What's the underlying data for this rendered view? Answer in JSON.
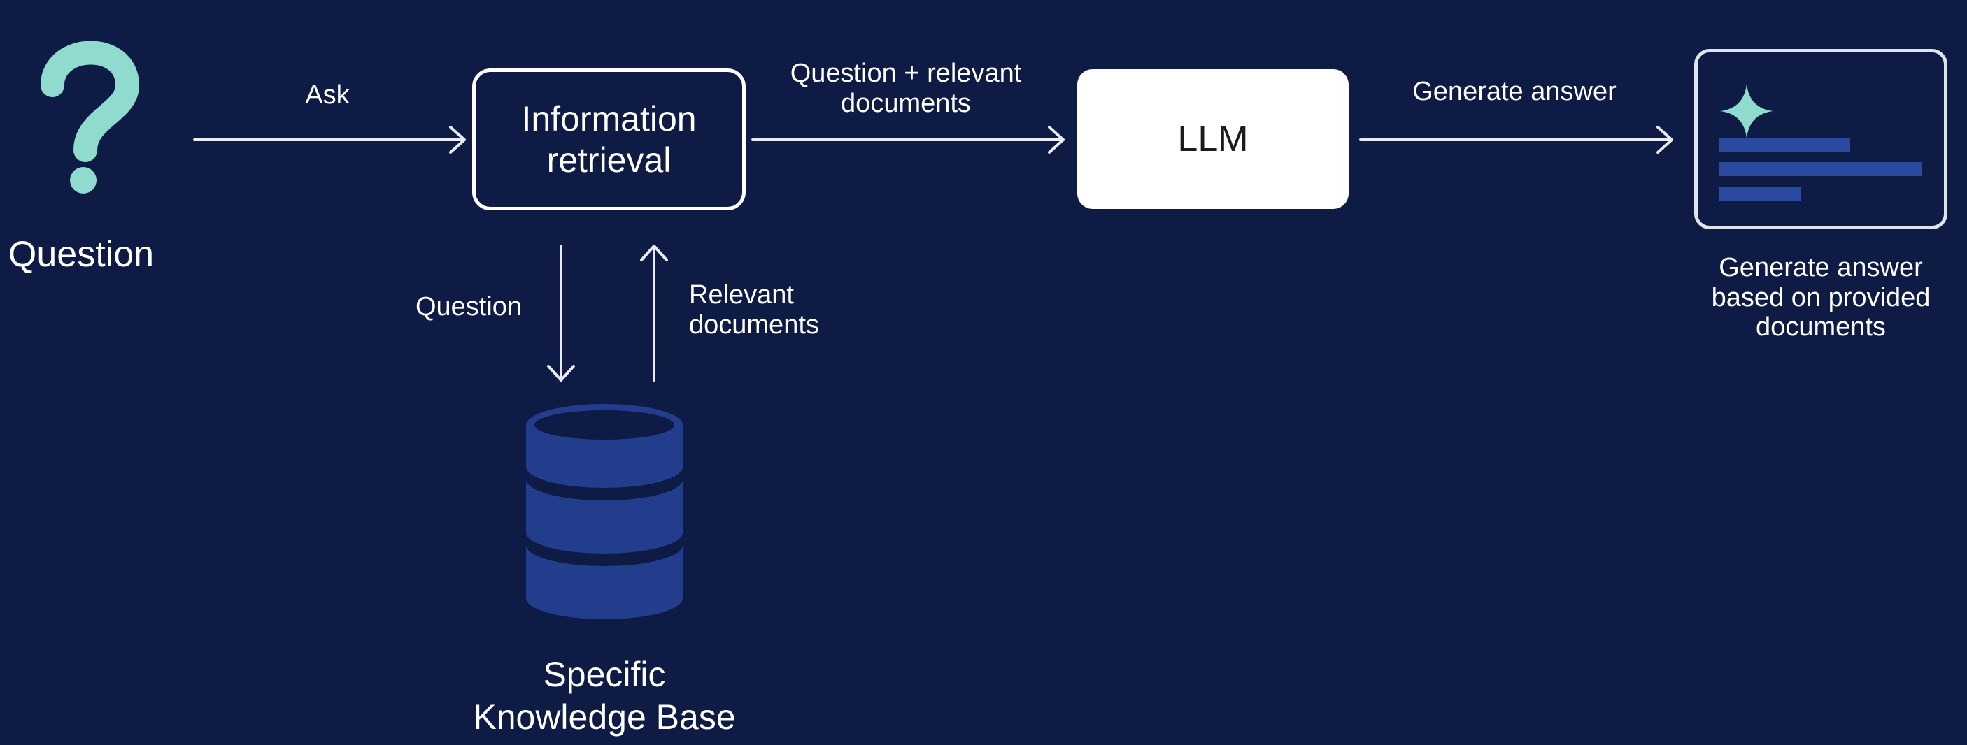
{
  "question": {
    "icon": "question-mark-icon",
    "label": "Question"
  },
  "edges": {
    "ask": "Ask",
    "question_plus_docs": "Question + relevant\ndocuments",
    "generate": "Generate answer",
    "to_kb": "Question",
    "from_kb": "Relevant\ndocuments"
  },
  "nodes": {
    "information_retrieval": "Information\nretrieval",
    "llm": "LLM",
    "knowledge_base": "Specific\nKnowledge Base",
    "knowledge_base_icon": "database-icon",
    "answer_card_icon": "document-sparkle-icon",
    "answer_caption": "Generate answer\nbased on provided\ndocuments"
  },
  "colors": {
    "background": "#0d1b45",
    "accent_mint": "#8fdccf",
    "database_blue": "#223d8c",
    "text_line_blue": "#2a4aa0",
    "stroke": "#e8ebf2"
  }
}
